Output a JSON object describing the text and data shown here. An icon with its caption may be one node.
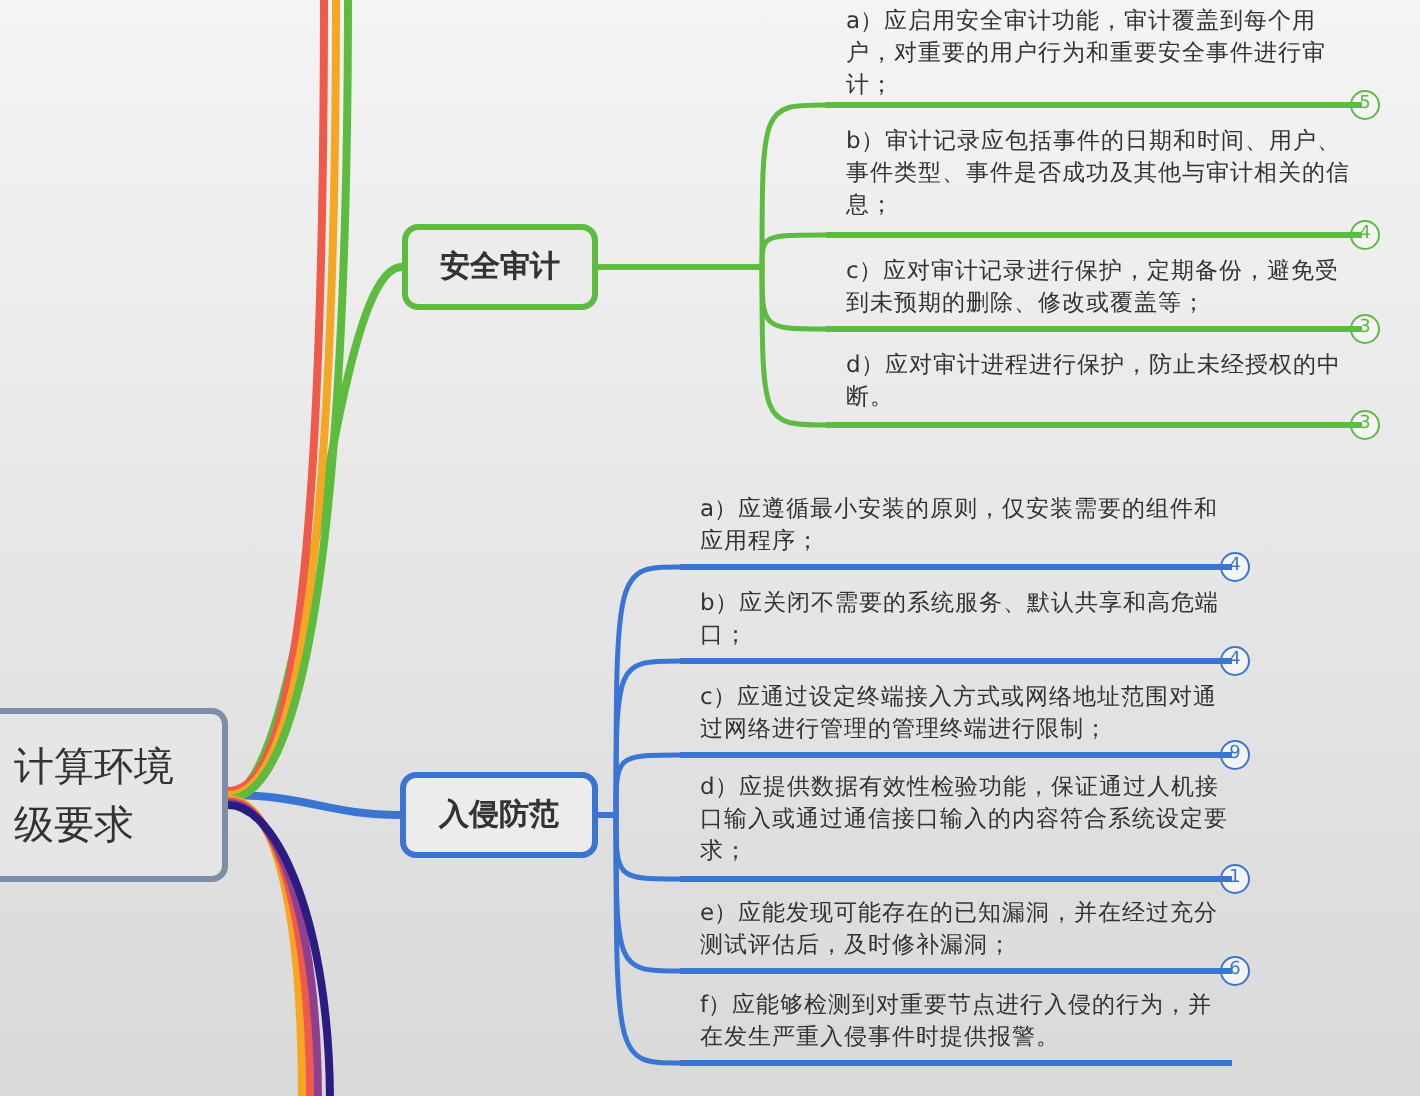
{
  "diagram": {
    "nodes": [
      {
        "text": [
          "计算环境级要求"
        ]
      },
      {
        "text": [
          "安全审计"
        ]
      },
      {
        "text": [
          "a）应启用安全审计功能，审计覆盖到每个用户，对重要的用户行为和重要安全事件进行审计；"
        ],
        "beside": [
          "5"
        ]
      },
      {
        "text": [
          "b）审计记录应包括事件的日期和时间、用户、事件类型、事件是否成功及其他与审计相关的信息；"
        ],
        "beside": [
          "4"
        ]
      },
      {
        "text": [
          "c）应对审计记录进行保护，定期备份，避免受到未预期的删除、修改或覆盖等；"
        ],
        "beside": [
          "3"
        ]
      },
      {
        "text": [
          "d）应对审计进程进行保护，防止未经授权的中断。"
        ],
        "beside": [
          "3"
        ]
      },
      {
        "text": [
          "入侵防范"
        ]
      },
      {
        "text": [
          "a）应遵循最小安装的原则，仅安装需要的组件和应用程序；"
        ],
        "beside": [
          "4"
        ]
      },
      {
        "text": [
          "b）应关闭不需要的系统服务、默认共享和高危端口；"
        ],
        "beside": [
          "4"
        ]
      },
      {
        "text": [
          "c）应通过设定终端接入方式或网络地址范围对通过网络进行管理的管理终端进行限制；"
        ],
        "beside": [
          "9"
        ]
      },
      {
        "text": [
          "d）应提供数据有效性检验功能，保证通过人机接口输入或通过通信接口输入的内容符合系统设定要求；"
        ],
        "beside": [
          "1"
        ]
      },
      {
        "text": [
          "e）应能发现可能存在的已知漏洞，并在经过充分测试评估后，及时修补漏洞；"
        ],
        "beside": [
          "6"
        ]
      },
      {
        "text": [
          "f）应能够检测到对重要节点进行入侵的行为，并在发生严重入侵事件时提供报警。"
        ]
      }
    ],
    "edges": [
      {
        "from": 0,
        "to": 1,
        "arrow": "none",
        "color": "#5dbb3f"
      },
      {
        "from": 1,
        "to": 2,
        "arrow": "none",
        "color": "#5dbb3f"
      },
      {
        "from": 1,
        "to": 3,
        "arrow": "none",
        "color": "#5dbb3f"
      },
      {
        "from": 1,
        "to": 4,
        "arrow": "none",
        "color": "#5dbb3f"
      },
      {
        "from": 1,
        "to": 5,
        "arrow": "none",
        "color": "#5dbb3f"
      },
      {
        "from": 0,
        "to": 6,
        "arrow": "none",
        "color": "#3a75d3"
      },
      {
        "from": 6,
        "to": 7,
        "arrow": "none",
        "color": "#3a75d3"
      },
      {
        "from": 6,
        "to": 8,
        "arrow": "none",
        "color": "#3a75d3"
      },
      {
        "from": 6,
        "to": 9,
        "arrow": "none",
        "color": "#3a75d3"
      },
      {
        "from": 6,
        "to": 10,
        "arrow": "none",
        "color": "#3a75d3"
      },
      {
        "from": 6,
        "to": 11,
        "arrow": "none",
        "color": "#3a75d3"
      },
      {
        "from": 6,
        "to": 12,
        "arrow": "none",
        "color": "#3a75d3"
      },
      {
        "from": 0,
        "to": null,
        "arrow": "none",
        "color": "#f05a4a"
      },
      {
        "from": 0,
        "to": null,
        "arrow": "none",
        "color": "#f5a623"
      },
      {
        "from": 0,
        "to": null,
        "arrow": "none",
        "color": "#5dbb3f"
      },
      {
        "from": 0,
        "to": null,
        "arrow": "none",
        "color": "#f5a623"
      },
      {
        "from": 0,
        "to": null,
        "arrow": "none",
        "color": "#f05a4a"
      },
      {
        "from": 0,
        "to": null,
        "arrow": "none",
        "color": "#8e3f8e"
      },
      {
        "from": 0,
        "to": null,
        "arrow": "none",
        "color": "#2b1c82"
      }
    ]
  }
}
